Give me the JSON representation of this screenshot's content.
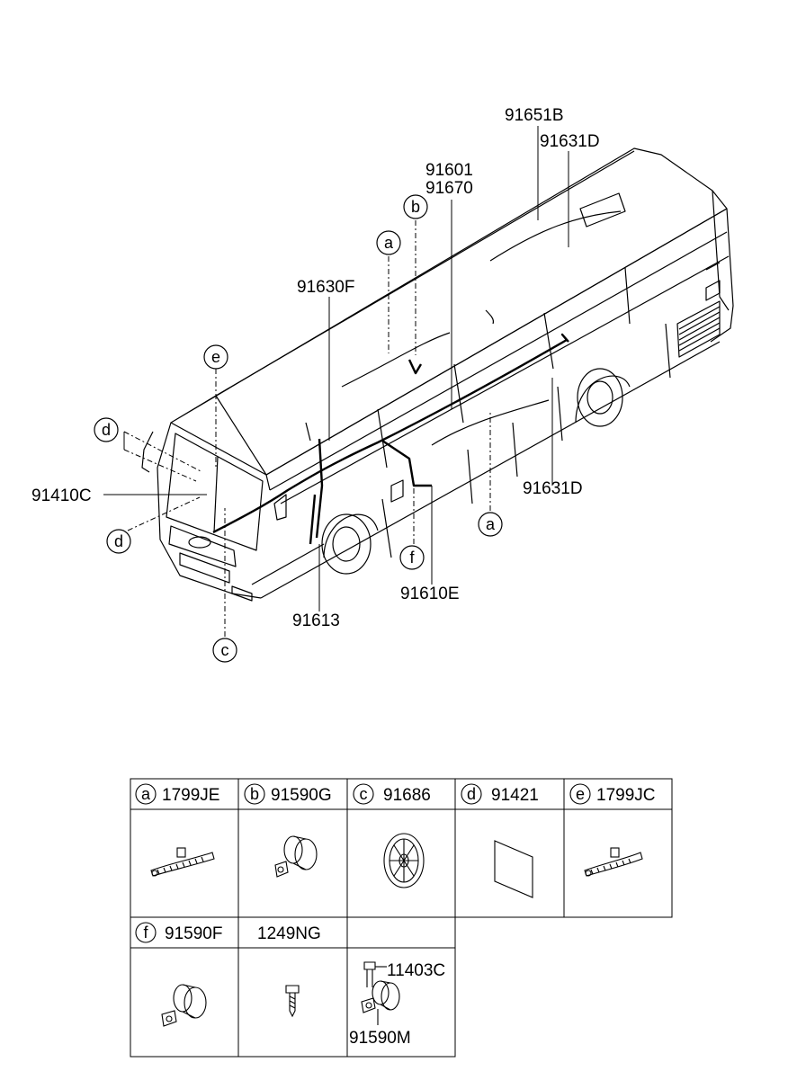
{
  "callouts": {
    "p91651B": "91651B",
    "p91631D_top": "91631D",
    "p91601": "91601",
    "p91670": "91670",
    "p91630F": "91630F",
    "p91410C": "91410C",
    "p91631D_right": "91631D",
    "p91610E": "91610E",
    "p91613": "91613"
  },
  "markers": {
    "a_top": "a",
    "b_top": "b",
    "e_top": "e",
    "d_left": "d",
    "d_lower": "d",
    "c_bottom": "c",
    "f_mid": "f",
    "a_right": "a"
  },
  "parts_table": {
    "row1": [
      {
        "letter": "a",
        "code": "1799JE"
      },
      {
        "letter": "b",
        "code": "91590G"
      },
      {
        "letter": "c",
        "code": "91686"
      },
      {
        "letter": "d",
        "code": "91421"
      },
      {
        "letter": "e",
        "code": "1799JC"
      }
    ],
    "row2": [
      {
        "letter": "f",
        "code": "91590F"
      },
      {
        "letter": "",
        "code": "1249NG"
      },
      {
        "letter": "",
        "code": ""
      }
    ],
    "sub_labels": {
      "bolt": "11403C",
      "clamp": "91590M"
    }
  }
}
